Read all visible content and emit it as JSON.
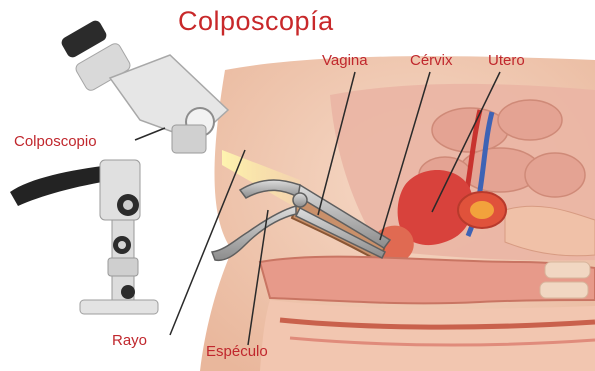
{
  "diagram": {
    "title": "Colposcopía",
    "labels": {
      "vagina": "Vagina",
      "cervix": "Cérvix",
      "utero": "Utero",
      "colposcopio": "Colposcopio",
      "rayo": "Rayo",
      "especulo": "Espéculo"
    }
  },
  "colors": {
    "label_text": "#c0272d",
    "title_text": "#c8282a",
    "skin": "#f2cdb8",
    "organ_red": "#d8423c",
    "instrument_metal": "#7d7d7d"
  }
}
